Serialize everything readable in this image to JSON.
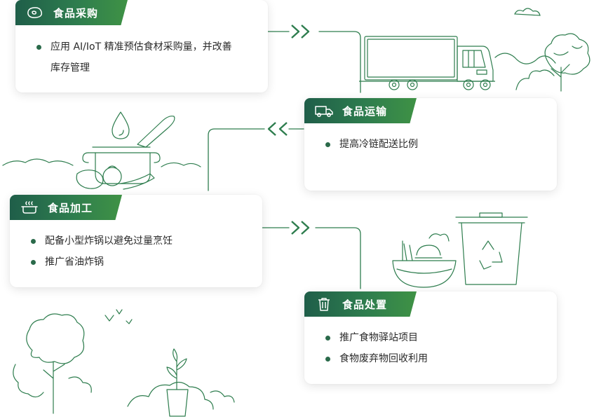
{
  "stages": [
    {
      "title": "食品采购",
      "icon": "meat-icon",
      "items": [
        "应用 AI/IoT 精准预估食材采购量，并改善",
        "库存管理"
      ]
    },
    {
      "title": "食品运输",
      "icon": "truck-icon",
      "items": [
        "提高冷链配送比例"
      ]
    },
    {
      "title": "食品加工",
      "icon": "cooking-pot-icon",
      "items": [
        "配备小型炸锅以避免过量烹饪",
        "推广省油炸锅"
      ]
    },
    {
      "title": "食品处置",
      "icon": "trash-bin-icon",
      "items": [
        "推广食物驿站项目",
        "食物废弃物回收利用"
      ]
    }
  ],
  "colors": {
    "accent_dark": "#1f5e49",
    "accent": "#3f9245",
    "line": "#2e7d4e"
  }
}
